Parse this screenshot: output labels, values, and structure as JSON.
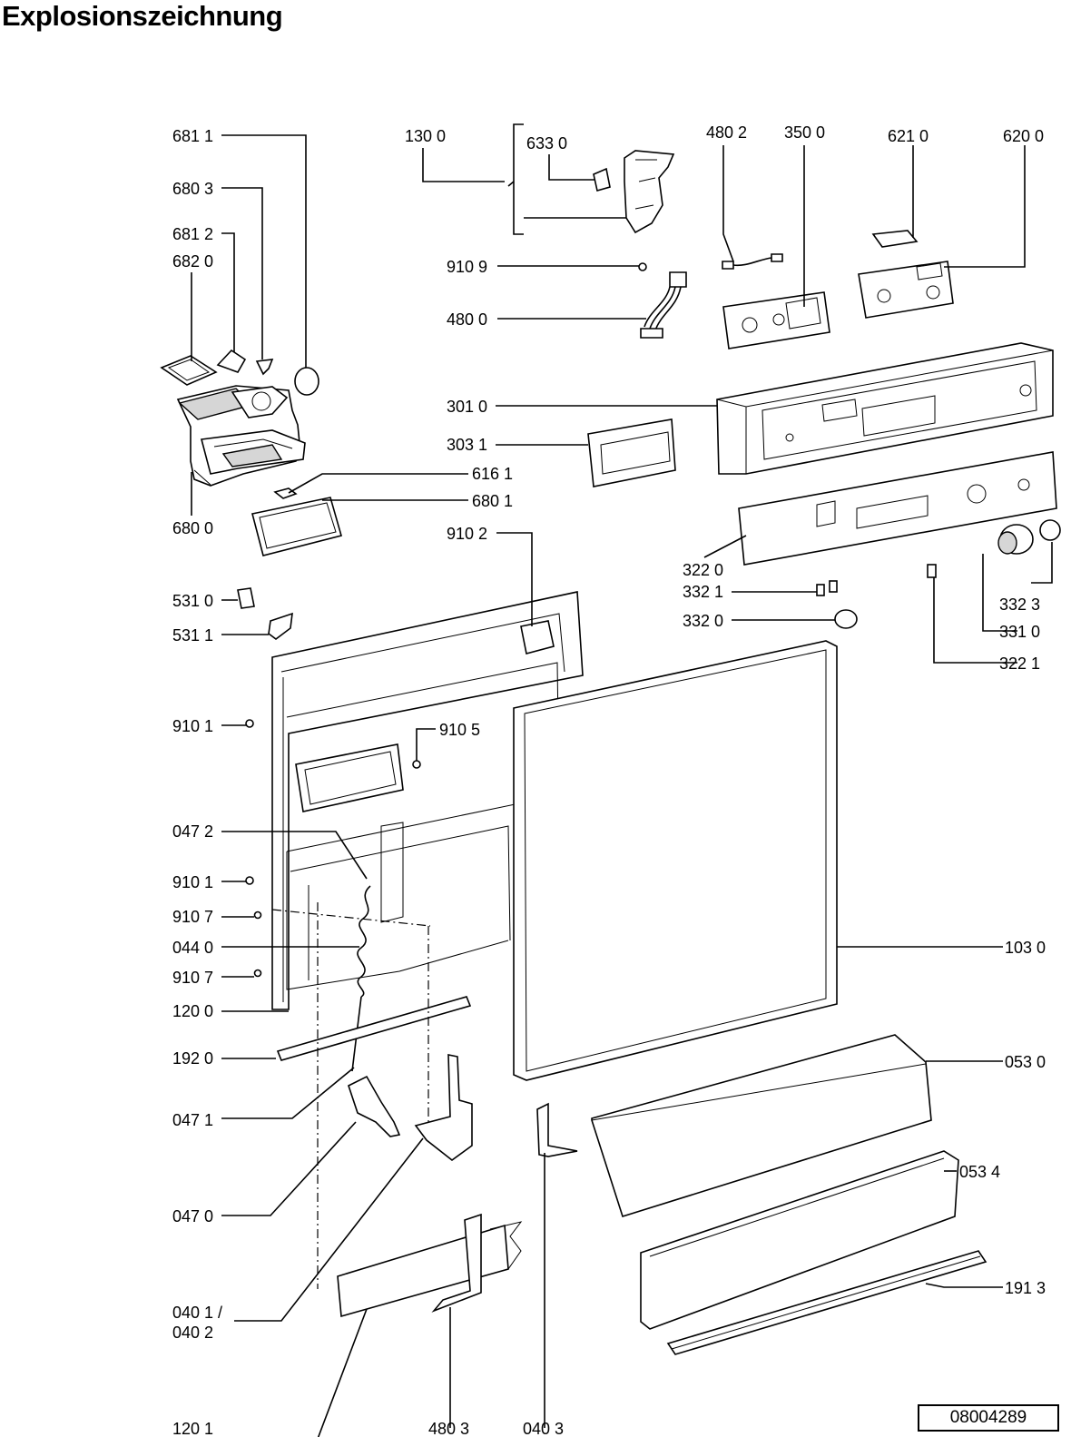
{
  "title": "Explosionszeichnung",
  "document_number": "08004289",
  "part_labels": [
    "681 1",
    "680 3",
    "681 2",
    "682 0",
    "130 0",
    "633 0",
    "480 2",
    "350 0",
    "621 0",
    "620 0",
    "910 9",
    "480 0",
    "301 0",
    "303 1",
    "616 1",
    "680 1",
    "680 0",
    "910 2",
    "322 0",
    "332 1",
    "332 3",
    "531 0",
    "531 1",
    "332 0",
    "331 0",
    "322 1",
    "910 1",
    "910 5",
    "047 2",
    "910 1",
    "910 7",
    "044 0",
    "910 7",
    "120 0",
    "103 0",
    "192 0",
    "053 0",
    "047 1",
    "053 4",
    "047 0",
    "191 3",
    "040 1 /",
    "040 2",
    "120 1",
    "480 3",
    "040 3"
  ]
}
